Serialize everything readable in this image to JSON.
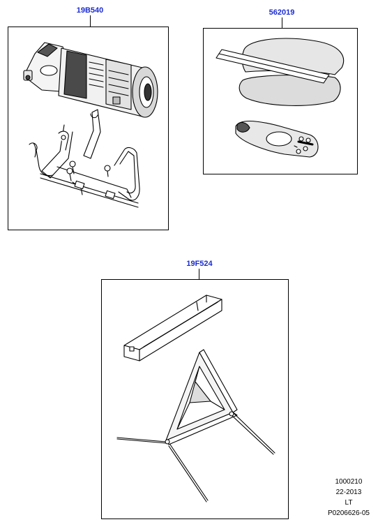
{
  "colors": {
    "label": "#1a2bd4",
    "line": "#000000",
    "background": "#ffffff"
  },
  "parts": [
    {
      "label": "19B540"
    },
    {
      "label": "562019"
    },
    {
      "label": "19F524"
    }
  ],
  "footer": {
    "line1": "1000210",
    "line2": "22-2013",
    "line3": "LT",
    "line4": "P0206626-05"
  }
}
